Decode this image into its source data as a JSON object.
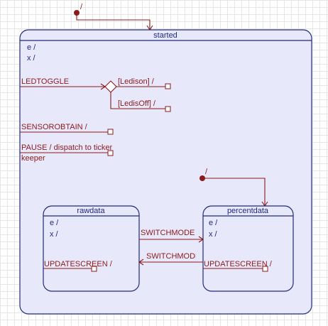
{
  "top_initial": {
    "label": "/"
  },
  "started": {
    "title": "started",
    "entry": "e /",
    "exit": "x /"
  },
  "transitions": {
    "led_toggle": "LEDTOGGLE",
    "guard_on": "[Ledison] /",
    "guard_off": "[LedisOff] /",
    "sensor_obtain": "SENSOROBTAIN /",
    "pause_line1": "PAUSE / dispatch to ticker",
    "pause_line2": "keeper"
  },
  "inner_initial": {
    "label": "/"
  },
  "rawdata": {
    "title": "rawdata",
    "entry": "e /",
    "exit": "x /",
    "update": "UPDATESCREEN /"
  },
  "percentdata": {
    "title": "percentdata",
    "entry": "e /",
    "exit": "x /",
    "update": "UPDATESCREEN /"
  },
  "switch_forward": "SWITCHMODE",
  "switch_back": "SWITCHMODE"
}
